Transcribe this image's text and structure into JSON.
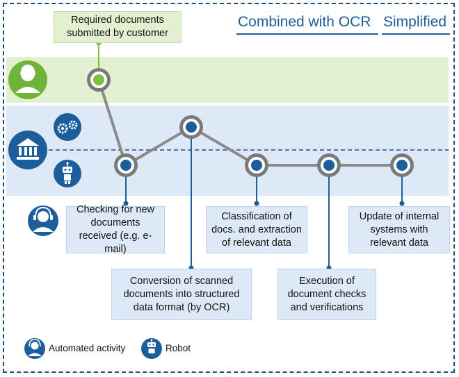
{
  "header": {
    "combined_label": "Combined with OCR",
    "simplified_label": "Simplified"
  },
  "boxes": {
    "customer_docs": "Required documents submitted by customer",
    "checking": "Checking for new documents received (e.g. e-mail)",
    "conversion": "Conversion of scanned documents into structured data format (by OCR)",
    "classification": "Classification of docs. and extraction of relevant data",
    "execution": "Execution of document checks and verifications",
    "update": "Update of internal systems with relevant data"
  },
  "legend": {
    "automated": "Automated activity",
    "robot": "Robot"
  },
  "icons": {
    "customer": "customer-avatar-icon",
    "bank": "bank-building-icon",
    "gears": "gears-icon",
    "robot": "robot-icon",
    "automated": "headset-agent-icon"
  },
  "colors": {
    "customer_lane": "#e2f0cf",
    "bank_lane": "#dde9f6",
    "accent_blue": "#1c5e9c",
    "node_green": "#7cc142",
    "connector": "#8a8a8a"
  }
}
